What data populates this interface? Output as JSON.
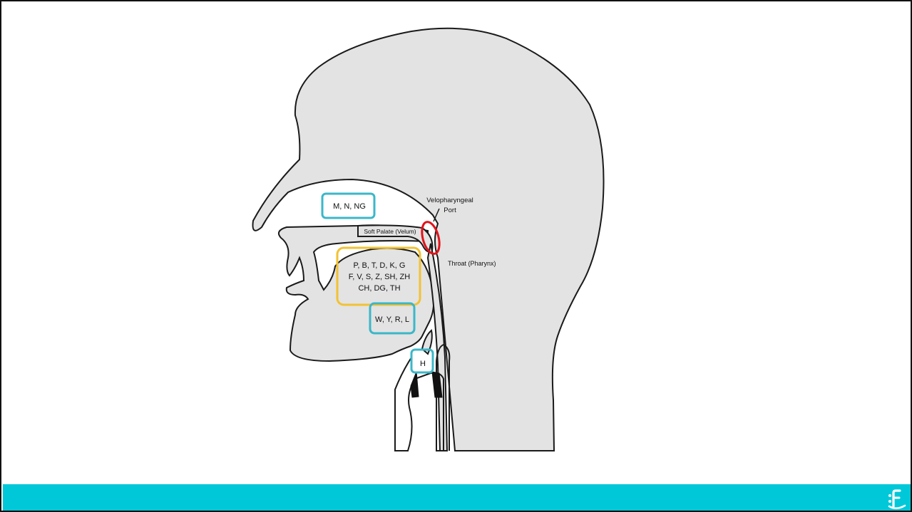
{
  "labels": {
    "nasal_sounds": "M, N, NG",
    "oral_sounds_line1": "P, B, T, D, K, G",
    "oral_sounds_line2": "F, V, S, Z, SH, ZH",
    "oral_sounds_line3": "CH, DG, TH",
    "glide_sounds": "W, Y, R, L",
    "glottal_sound": "H",
    "velopharyngeal_line1": "Velopharyngeal",
    "velopharyngeal_line2": "Port",
    "soft_palate": "Soft Palate (Velum)",
    "throat": "Throat (Pharynx)"
  },
  "colors": {
    "head_fill": "#e3e3e3",
    "outline": "#1a1a1a",
    "nasal_box": "#3bb7c8",
    "oral_box": "#f2c233",
    "port_circle": "#e0141b",
    "footer_bar": "#00c8d9",
    "logo": "#ffffff"
  },
  "footer": {
    "logo_icon": "smile-f-logo-icon"
  }
}
